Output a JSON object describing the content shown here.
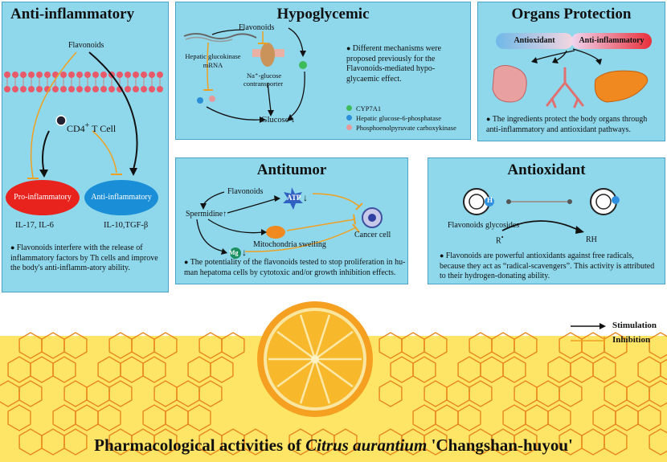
{
  "panels": {
    "anti_inflammatory": {
      "title": "Anti-inflammatory",
      "flavonoids": "Flavonoids",
      "cell": "CD4",
      "cell_sup": "+",
      "cell_suffix": " T Cell",
      "pro": "Pro-inflammatory",
      "anti": "Anti-inflammatory",
      "pro_markers": "IL-17, IL-6",
      "anti_markers": "IL-10,TGF-β",
      "desc": "Flavonoids interfere with the release of inflammatory factors by Th cells and improve the body's anti-inflamm-atory ability."
    },
    "hypoglycemic": {
      "title": "Hypoglycemic",
      "flavonoids": "Flavonoids",
      "mrna": "Hepatic glucokinase mRNA",
      "transporter_1": "Na⁺-glucose",
      "transporter_2": "contransporter",
      "glucose": "Glucose ↓",
      "desc": "Different mechanisms were proposed previously for the Flavonoids-mediated hypo-glycaemic effect.",
      "legend": [
        {
          "label": "CYP7A1",
          "color": "#3dbb5a"
        },
        {
          "label": "Hepatic glucose-6-phosphatase",
          "color": "#2b8fd8"
        },
        {
          "label": "Phosphoenolpyruvate carboxykinase",
          "color": "#e59a9a"
        }
      ]
    },
    "organs": {
      "title": "Organs Protection",
      "antioxidant": "Antioxidant",
      "anti_inflammatory": "Anti-inflammatory",
      "desc": "The ingredients protect the body organs through anti-inflammatory and antioxidant pathways."
    },
    "antitumor": {
      "title": "Antitumor",
      "flavonoids": "Flavonoids",
      "spermidine": "Spermidine↑",
      "atp": "ATP",
      "mito": "Mitochondria swelling",
      "mg": "Mg",
      "cancer": "Cancer cell",
      "desc": "The potentiality of the flavonoids tested to stop proliferation in hu-man hepatoma cells by cytotoxic and/or growth inhibition effects."
    },
    "antioxidant": {
      "title": "Antioxidant",
      "glycosides": "Flavonoids glycosides",
      "h": "H",
      "r": "R",
      "rh": "RH",
      "desc": "Flavonoids are powerful antioxidants against free radicals, because they act as “radical-scavengers”. This activity is attributed to their hydrogen-donating ability."
    }
  },
  "legend": {
    "stimulation": "Stimulation",
    "inhibition": "Inhibition"
  },
  "footer_title": {
    "prefix": "Pharmacological activities of ",
    "species": "Citrus aurantium",
    "suffix": " 'Changshan-huyou'"
  },
  "colors": {
    "panel_bg": "#8fd8ec",
    "stimulation": "#111111",
    "inhibition": "#f0a020",
    "band": "#ffe566"
  }
}
